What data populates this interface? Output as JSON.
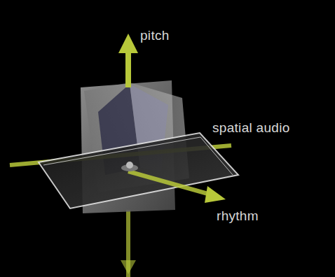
{
  "diagram": {
    "labels": [
      "pitch",
      "spatial audio",
      "rhythm"
    ]
  }
}
